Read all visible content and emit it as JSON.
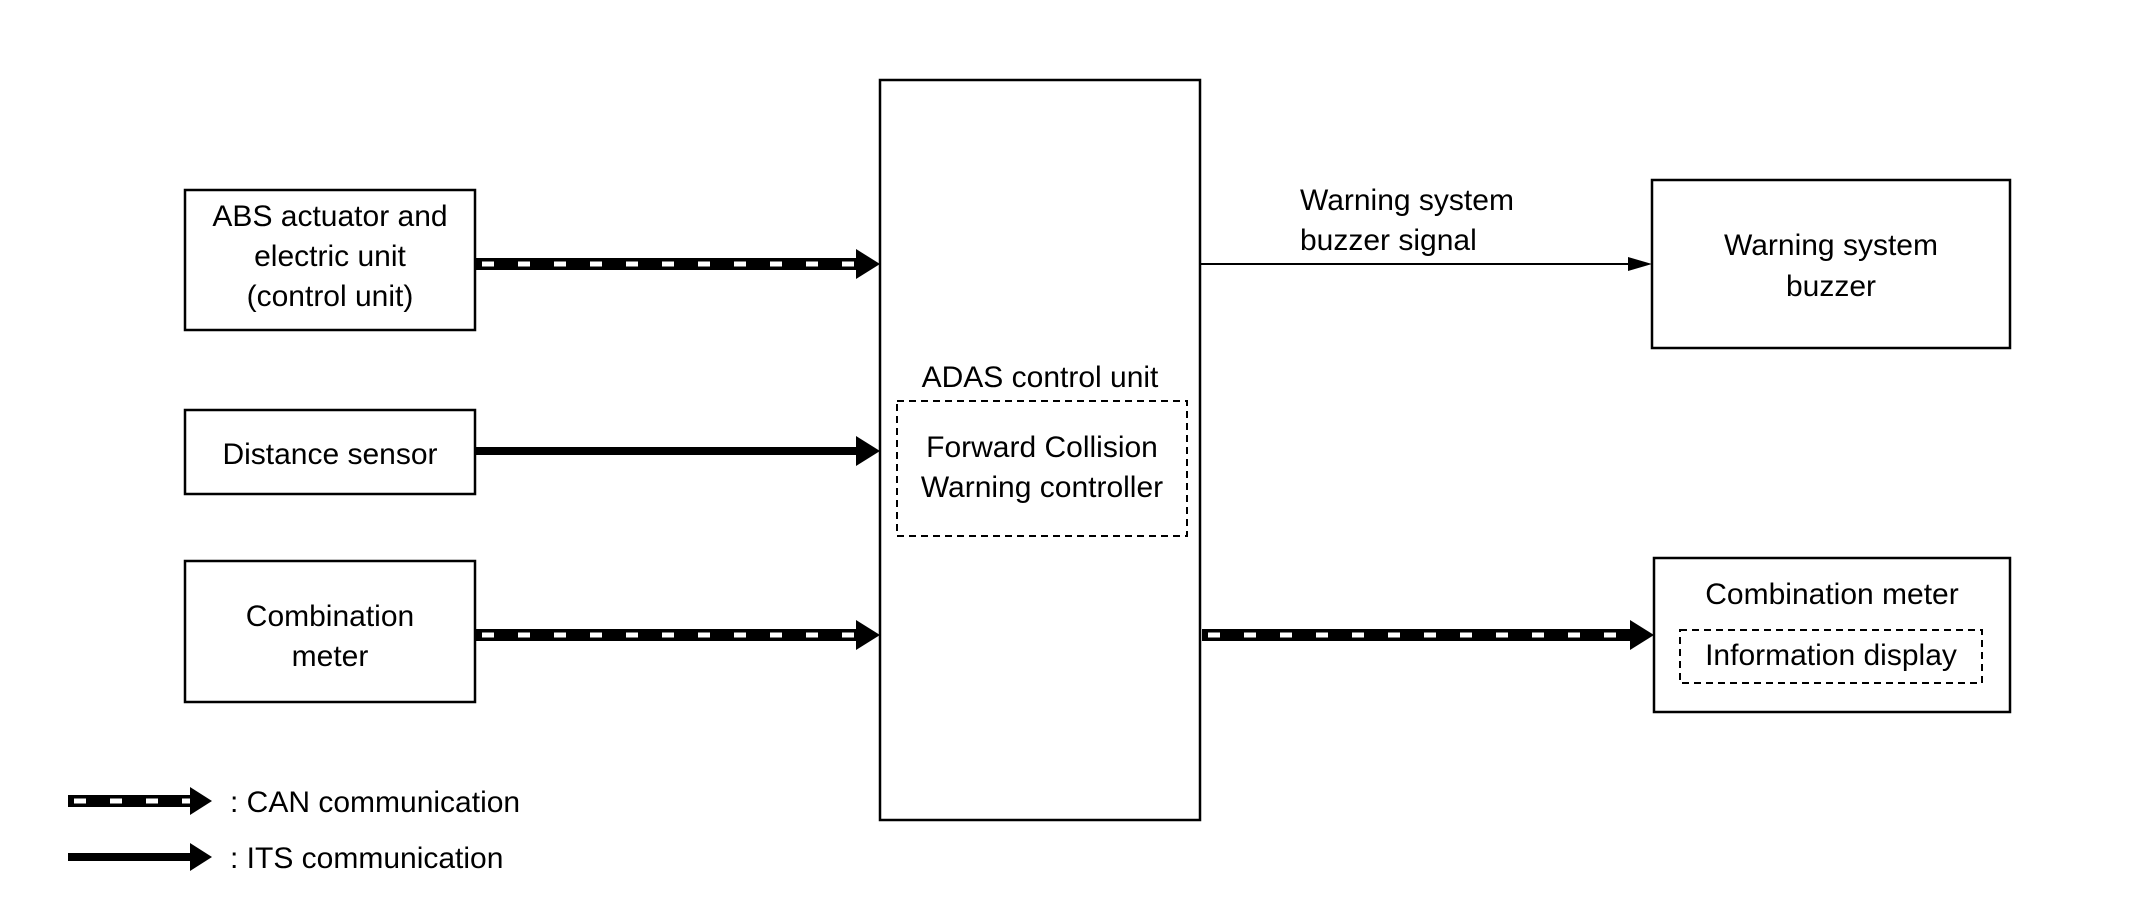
{
  "diagram": {
    "nodes": {
      "abs": {
        "lines": [
          "ABS actuator and",
          "electric unit",
          "(control unit)"
        ]
      },
      "distance": {
        "lines": [
          "Distance sensor"
        ]
      },
      "combo_in": {
        "lines": [
          "Combination",
          "meter"
        ]
      },
      "adas": {
        "title": "ADAS control unit",
        "sub_lines": [
          "Forward Collision",
          "Warning controller"
        ]
      },
      "buzzer": {
        "lines": [
          "Warning system",
          "buzzer"
        ]
      },
      "combo_out": {
        "title": "Combination meter",
        "sub": "Information display"
      }
    },
    "edges": [
      {
        "from": "ABS actuator and electric unit (control unit)",
        "to": "ADAS control unit",
        "type": "CAN"
      },
      {
        "from": "Distance sensor",
        "to": "ADAS control unit",
        "type": "ITS"
      },
      {
        "from": "Combination meter",
        "to": "ADAS control unit",
        "type": "CAN"
      },
      {
        "from": "ADAS control unit",
        "to": "Warning system buzzer",
        "type": "signal",
        "label_lines": [
          "Warning system",
          "buzzer signal"
        ]
      },
      {
        "from": "ADAS control unit",
        "to": "Combination meter (Information display)",
        "type": "CAN"
      }
    ],
    "legend": {
      "can": ": CAN communication",
      "its": ": ITS communication"
    }
  }
}
